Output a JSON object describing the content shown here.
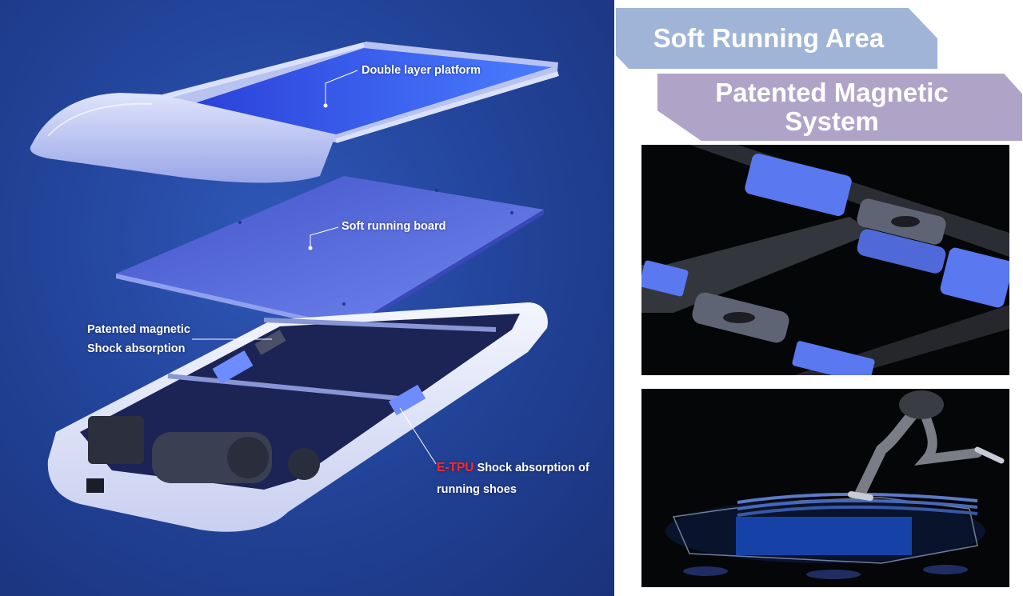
{
  "callouts": {
    "double_layer": "Double layer platform",
    "soft_board": "Soft running board",
    "magnetic_line1": "Patented magnetic",
    "magnetic_line2": "Shock absorption",
    "etpu_accent": "E-TPU",
    "etpu_rest": " Shock absorption of",
    "etpu_line2": "running shoes"
  },
  "banners": {
    "soft_running_area": "Soft Running Area",
    "patented_line1": "Patented Magnetic",
    "patented_line2": "System"
  },
  "colors": {
    "left_background": "#23459c",
    "accent_red": "#ff2a2a",
    "banner_blue": "#9fb4d6",
    "banner_purple": "#b0a3c8",
    "foam_blue": "#5a78f0"
  }
}
